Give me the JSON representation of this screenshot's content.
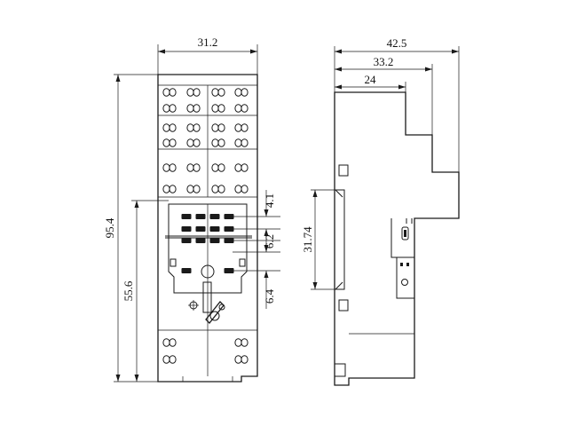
{
  "front_view": {
    "width_dim": "31.2",
    "height_dim": "95.4",
    "lower_height_dim": "55.6",
    "pitch_dims": [
      "4.1",
      "6.2",
      "6.4"
    ]
  },
  "side_view": {
    "depth_dims": [
      "42.5",
      "33.2",
      "24"
    ],
    "rail_dim": "31.74"
  }
}
